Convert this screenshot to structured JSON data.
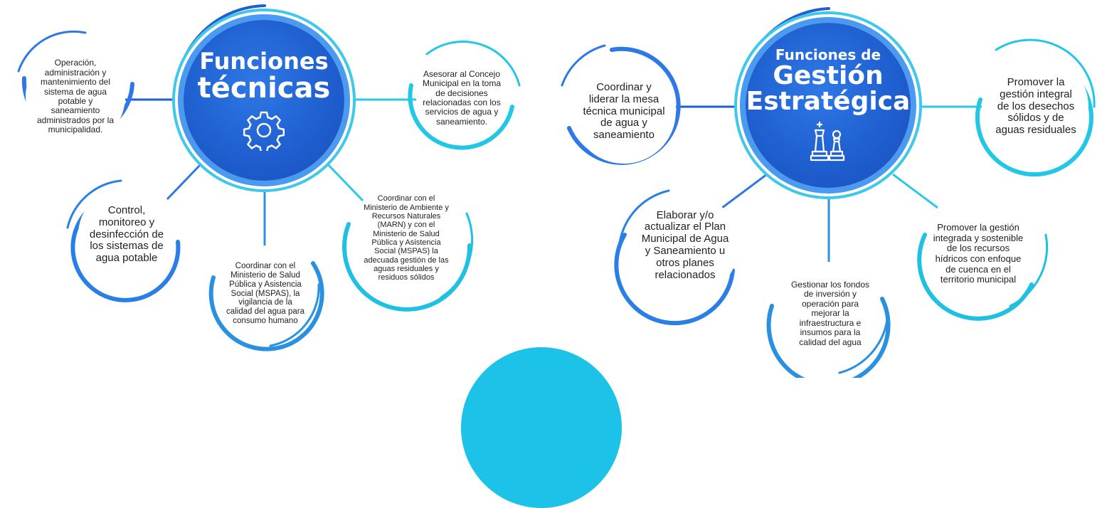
{
  "left": {
    "hub": {
      "line1": "Funciones",
      "line2": "técnicas",
      "icon": "gear-icon"
    },
    "nodes": [
      "Operación, administración y mantenimiento del sistema de agua potable y saneamiento administrados por la municipalidad.",
      "Control, monitoreo y desinfección de los sistemas de agua potable",
      "Coordinar con el Ministerio de Salud Pública y Asistencia Social (MSPAS), la vigilancia de la calidad del agua para consumo humano",
      "Coordinar con el Ministerio de Ambiente y Recursos Naturales (MARN) y con el Ministerio de Salud Pública y Asistencia Social (MSPAS) la adecuada gestión de las aguas residuales y residuos sólidos",
      "Asesorar al Concejo Municipal en la toma de decisiones relacionadas con los servicios de agua y saneamiento."
    ]
  },
  "right": {
    "hub": {
      "line1": "Funciones de",
      "line2": "Gestión",
      "line3": "Estratégica",
      "icon": "chess-icon"
    },
    "nodes": [
      "Coordinar y liderar la mesa técnica municipal de agua y saneamiento",
      "Elaborar y/o actualizar el Plan Municipal de Agua y Saneamiento u otros planes relacionados",
      "Gestionar los fondos de inversión y operación para mejorar la infraestructura e insumos para la calidad del agua",
      "Promover la gestión integrada y sostenible de los recursos hídricos con enfoque de cuenca en el territorio municipal",
      "Promover la gestión integral de los desechos sólidos y de aguas residuales"
    ]
  },
  "colors": {
    "blue": "#1f5fd0",
    "mid_blue": "#3a85e8",
    "cyan": "#2ec7e6",
    "ring_light": "#4a9bef"
  }
}
